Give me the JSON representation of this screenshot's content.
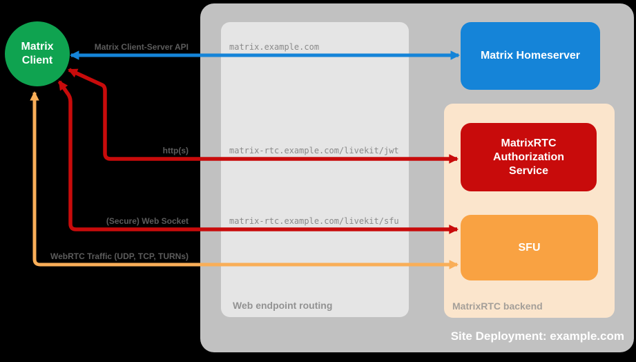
{
  "canvas": {
    "background": "#000000"
  },
  "site_deployment": {
    "title": "Site Deployment: example.com",
    "container_color": "#c1c1c1",
    "title_color": "#ffffff"
  },
  "web_endpoint_routing": {
    "title": "Web endpoint routing",
    "background": "#e5e5e5",
    "endpoints": [
      "matrix.example.com",
      "matrix-rtc.example.com/livekit/jwt",
      "matrix-rtc.example.com/livekit/sfu"
    ]
  },
  "matrixrtc_backend": {
    "title": "MatrixRTC backend",
    "background": "#fbe5cc"
  },
  "nodes": {
    "matrix_client": {
      "label": "Matrix Client",
      "color": "#0fa350",
      "shape": "circle"
    },
    "matrix_homeserver": {
      "label": "Matrix Homeserver",
      "color": "#1584d8"
    },
    "authorization_service": {
      "label": "MatrixRTC Authorization Service",
      "color": "#c80b0b"
    },
    "sfu": {
      "label": "SFU",
      "color": "#f9a242"
    }
  },
  "edges": [
    {
      "label": "Matrix Client-Server API",
      "color": "#1584d8",
      "from": "Matrix Client",
      "to": "Matrix Homeserver",
      "bidirectional": true,
      "endpoint": "matrix.example.com"
    },
    {
      "label": "http(s)",
      "color": "#c80b0b",
      "from": "Matrix Client",
      "to": "MatrixRTC Authorization Service",
      "bidirectional": true,
      "endpoint": "matrix-rtc.example.com/livekit/jwt"
    },
    {
      "label": "(Secure) Web Socket",
      "color": "#c80b0b",
      "from": "Matrix Client",
      "to": "SFU",
      "bidirectional": true,
      "endpoint": "matrix-rtc.example.com/livekit/sfu"
    },
    {
      "label": "WebRTC Traffic (UDP, TCP, TURNs)",
      "color": "#f9ae58",
      "from": "Matrix Client",
      "to": "SFU",
      "bidirectional": true,
      "endpoint": ""
    }
  ]
}
